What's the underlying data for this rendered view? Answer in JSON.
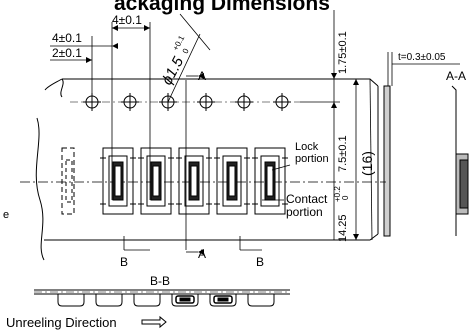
{
  "title": "ackaging Dimensions",
  "dims": {
    "pitch_top": "4±0.1",
    "pitch_left": "4±0.1",
    "half_pitch": "2±0.1",
    "hole_dia": "ϕ1.5",
    "hole_tol_upper": "+0.1",
    "hole_tol_lower": "0",
    "edge_to_hole": "1.75±0.1",
    "hole_to_pocket": "7.5±0.1",
    "tape_width": "(16)",
    "pocket_height": "14.25",
    "pocket_tol_upper": "+0.2",
    "pocket_tol_lower": "0",
    "thickness": "t=0.3±0.05"
  },
  "callouts": {
    "lock_line1": "Lock",
    "lock_line2": "portion",
    "contact_line1": "Contact",
    "contact_line2": "portion",
    "section_aa_top": "A",
    "section_aa_bottom": "A",
    "section_aa_view": "A-A",
    "section_bb_left": "B",
    "section_bb_right": "B",
    "section_bb_view": "B-B",
    "edge_letter": "e"
  },
  "footer": {
    "unreeling": "Unreeling Direction"
  }
}
